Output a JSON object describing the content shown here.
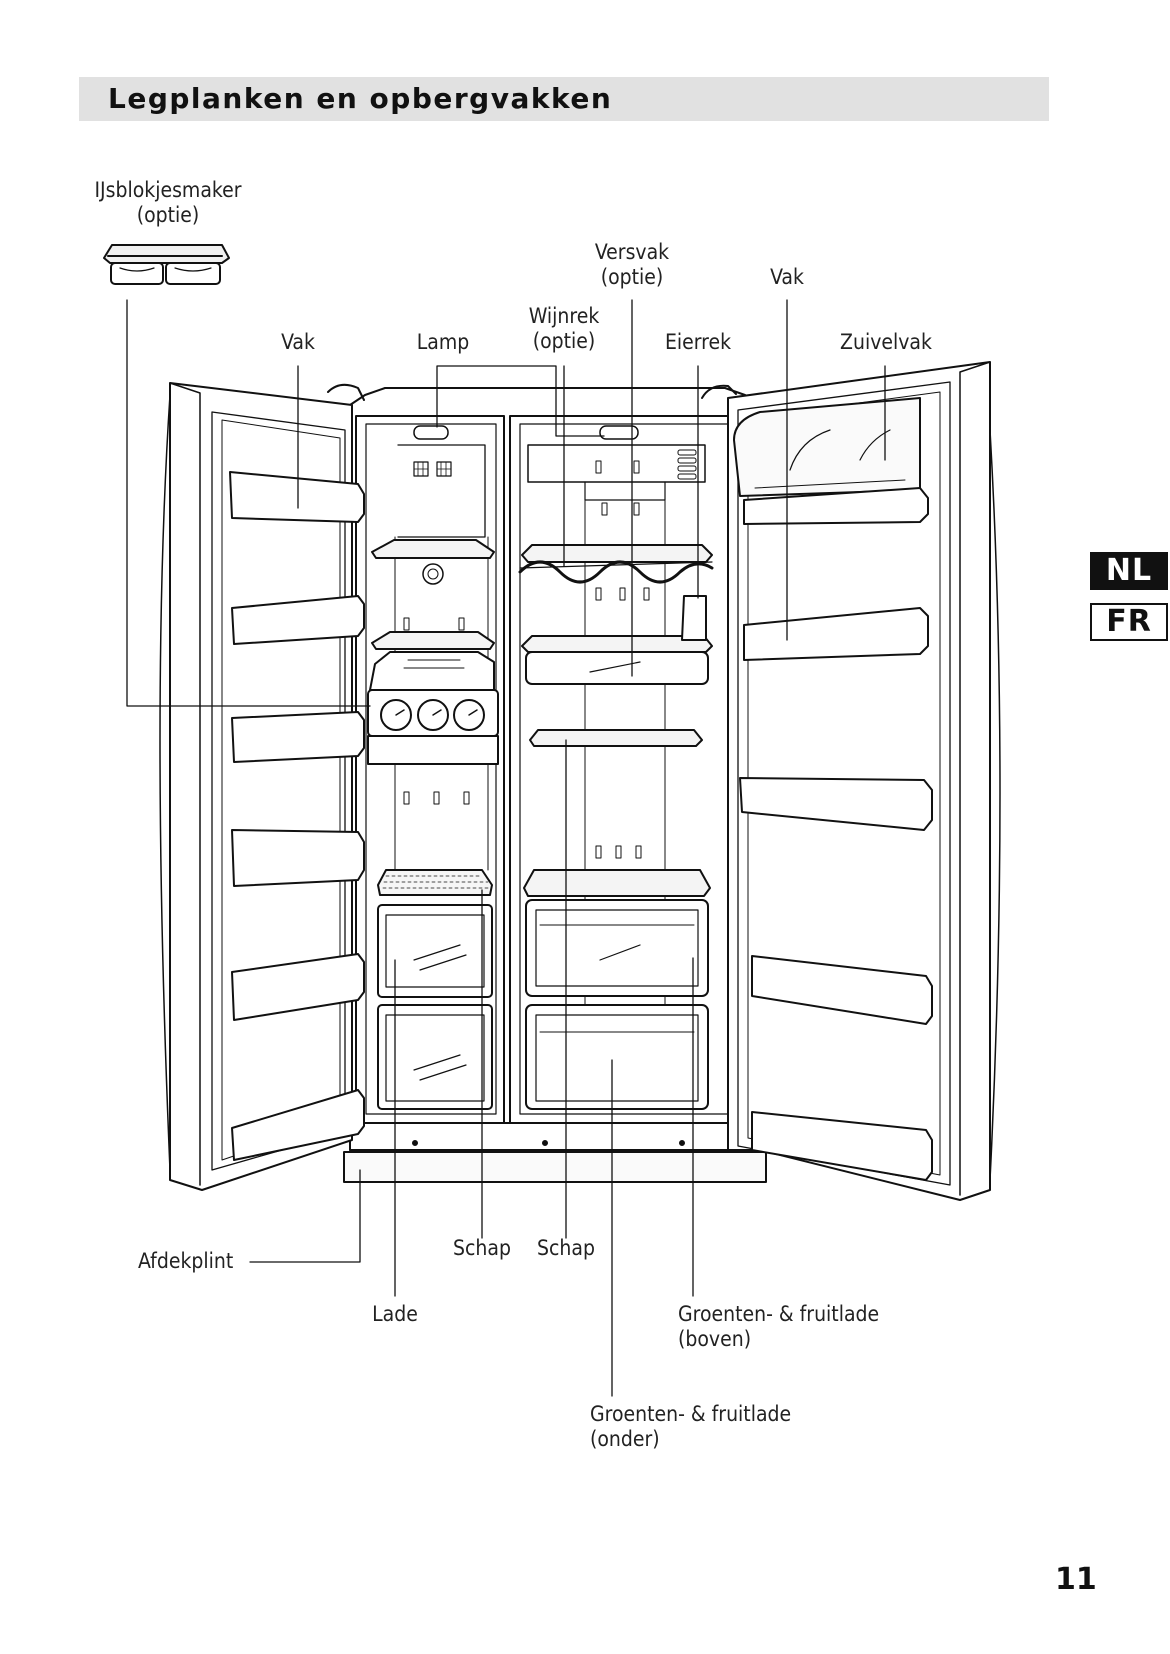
{
  "heading": "Legplanken en opbergvakken",
  "labels": {
    "icemaker": [
      "IJsblokjesmaker",
      "(optie)"
    ],
    "vak_left": "Vak",
    "lamp": "Lamp",
    "wijnrek": [
      "Wijnrek",
      "(optie)"
    ],
    "versvak": [
      "Versvak",
      "(optie)"
    ],
    "vak_right": "Vak",
    "eierrek": "Eierrek",
    "zuivelvak": "Zuivelvak",
    "afdekplint": "Afdekplint",
    "schap_1": "Schap",
    "schap_2": "Schap",
    "lade": "Lade",
    "groenten_boven": [
      "Groenten- & fruitlade",
      "(boven)"
    ],
    "groenten_onder": [
      "Groenten- & fruitlade",
      "(onder)"
    ]
  },
  "language_tabs": [
    "NL",
    "FR"
  ],
  "page_number": "11"
}
